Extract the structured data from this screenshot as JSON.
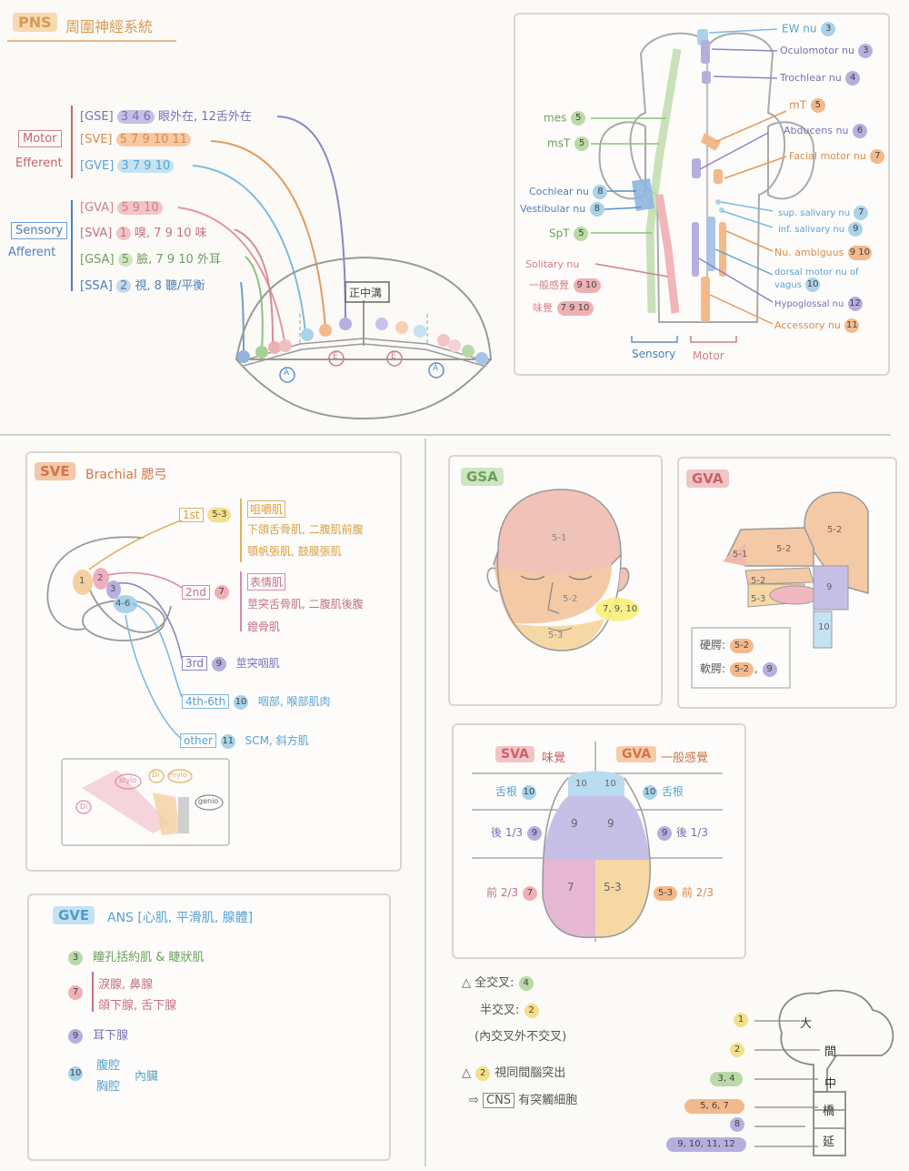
{
  "header": {
    "tag": "PNS",
    "title": "周圍神經系統"
  },
  "cranial": {
    "motor_label": "Motor",
    "efferent_label": "Efferent",
    "sensory_label": "Sensory",
    "afferent_label": "Afferent",
    "rows": [
      {
        "code": "[GSE]",
        "nums": "3 4 6",
        "text": "眼外在, 12舌外在"
      },
      {
        "code": "[SVE]",
        "nums": "5 7 9 10 11",
        "text": ""
      },
      {
        "code": "[GVE]",
        "nums": "3 7 9 10",
        "text": ""
      },
      {
        "code": "[GVA]",
        "nums": "5 9 10",
        "text": ""
      },
      {
        "code": "[SVA]",
        "nums": "1",
        "text": "嗅, 7 9 10 味"
      },
      {
        "code": "[GSA]",
        "nums": "5",
        "text": "臉, 7 9 10 外耳"
      },
      {
        "code": "[SSA]",
        "nums": "2",
        "text": "視, 8 聽/平衡"
      }
    ],
    "sulcus_label": "正中溝",
    "region_A": "A",
    "region_E": "E"
  },
  "brainstem": {
    "right": [
      {
        "label": "EW nu",
        "num": "3"
      },
      {
        "label": "Oculomotor nu",
        "num": "3"
      },
      {
        "label": "Trochlear nu",
        "num": "4"
      },
      {
        "label": "mT",
        "num": "5"
      },
      {
        "label": "Abducens nu",
        "num": "6"
      },
      {
        "label": "Facial motor nu",
        "num": "7"
      },
      {
        "label": "sup. salivary nu",
        "num": "7"
      },
      {
        "label": "inf. salivary nu",
        "num": "9"
      },
      {
        "label": "Nu. ambiguus",
        "num": "9 10"
      },
      {
        "label": "dorsal motor nu of vagus",
        "num": "10"
      },
      {
        "label": "Hypoglossal nu",
        "num": "12"
      },
      {
        "label": "Accessory nu",
        "num": "11"
      }
    ],
    "left": [
      {
        "label": "mes",
        "num": "5"
      },
      {
        "label": "msT",
        "num": "5"
      },
      {
        "label": "Cochlear nu",
        "num": "8"
      },
      {
        "label": "Vestibular nu",
        "num": "8"
      },
      {
        "label": "SpT",
        "num": "5"
      },
      {
        "label": "Solitary nu",
        "num": ""
      }
    ],
    "solitary_general": "一般感覺",
    "solitary_general_nums": "9 10",
    "solitary_taste": "味覺",
    "solitary_taste_nums": "7 9 10",
    "sensory_label": "Sensory",
    "motor_label": "Motor"
  },
  "sve": {
    "title_tag": "SVE",
    "title_text": "Brachial 腮弓",
    "arches": [
      {
        "label": "1st",
        "num": "5-3",
        "lines": [
          "咀嚼肌",
          "下頜舌骨肌, 二腹肌前腹",
          "顎帆張肌, 鼓膜張肌"
        ]
      },
      {
        "label": "2nd",
        "num": "7",
        "lines": [
          "表情肌",
          "莖突舌骨肌, 二腹肌後腹",
          "鐙骨肌"
        ]
      },
      {
        "label": "3rd",
        "num": "9",
        "lines": [
          "莖突咽肌"
        ]
      },
      {
        "label": "4th-6th",
        "num": "10",
        "lines": [
          "咽部, 喉部肌肉"
        ]
      },
      {
        "label": "other",
        "num": "11",
        "lines": [
          "SCM, 斜方肌"
        ]
      }
    ],
    "arch_nums": [
      "1",
      "2",
      "3",
      "4-6"
    ],
    "inset_labels": {
      "stylo": "stylo",
      "di": "Di",
      "mylo": "mylo",
      "genio": "genio",
      "di2": "Di"
    }
  },
  "gve": {
    "title_tag": "GVE",
    "title_text": "ANS [心肌, 平滑肌, 腺體]",
    "items": [
      {
        "num": "3",
        "text": "瞳孔括約肌 & 睫狀肌"
      },
      {
        "num": "7",
        "text": "淚腺, 鼻腺",
        "text2": "頜下腺, 舌下腺"
      },
      {
        "num": "9",
        "text": "耳下腺"
      },
      {
        "num": "10",
        "text": "腹腔",
        "text2": "胸腔",
        "text3": "內臟"
      }
    ]
  },
  "gsa": {
    "title": "GSA",
    "labels": [
      "5-1",
      "5-2",
      "5-3"
    ],
    "ear": "7, 9, 10"
  },
  "gva": {
    "title": "GVA",
    "labels": [
      "5-1",
      "5-2",
      "5-2",
      "5-3",
      "9",
      "10",
      "5-2"
    ],
    "hard": "硬腭:",
    "hard_num": "5-2",
    "soft": "軟腭:",
    "soft_num": "5-2",
    "soft_num2": "9"
  },
  "tongue": {
    "sva_tag": "SVA",
    "sva_text": "味覺",
    "gva_tag": "GVA",
    "gva_text": "一般感覺",
    "rows": [
      {
        "left": "舌根",
        "lnum": "10",
        "rnum": "10",
        "right": "舌根"
      },
      {
        "left": "後 1/3",
        "lnum": "9",
        "rnum": "9",
        "right": "後 1/3"
      },
      {
        "left": "前 2/3",
        "lnum": "7",
        "rnum": "5-3",
        "right": "前 2/3"
      }
    ],
    "regions": [
      "10",
      "10",
      "9",
      "9",
      "7",
      "5-3"
    ]
  },
  "crossing": {
    "full": "全交叉:",
    "full_num": "4",
    "half": "半交叉:",
    "half_num": "2",
    "note": "(內交叉外不交叉)",
    "root": "視同間腦突出",
    "root_num": "2",
    "cns": "CNS",
    "cns_text": "有突觸細胞"
  },
  "brain_levels": {
    "labels": [
      "大",
      "間",
      "中",
      "橋",
      "延"
    ],
    "nums": [
      "1",
      "2",
      "3, 4",
      "5, 6, 7",
      "8",
      "9, 10, 11, 12"
    ]
  }
}
